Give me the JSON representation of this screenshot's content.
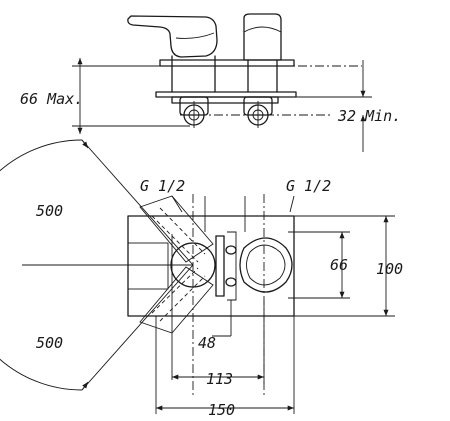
{
  "drawing": {
    "side_view": {
      "height_max_label": "66 Max.",
      "inlet_min_label": "32 Min."
    },
    "top_view": {
      "thread_left_label": "G 1/2",
      "thread_right_label": "G 1/2",
      "swing_upper_label": "500",
      "swing_lower_label": "500",
      "inlet_spacing_label": "48",
      "plate_inner_height_label": "66",
      "plate_height_label": "100",
      "center_distance_label": "113",
      "plate_width_label": "150"
    }
  }
}
